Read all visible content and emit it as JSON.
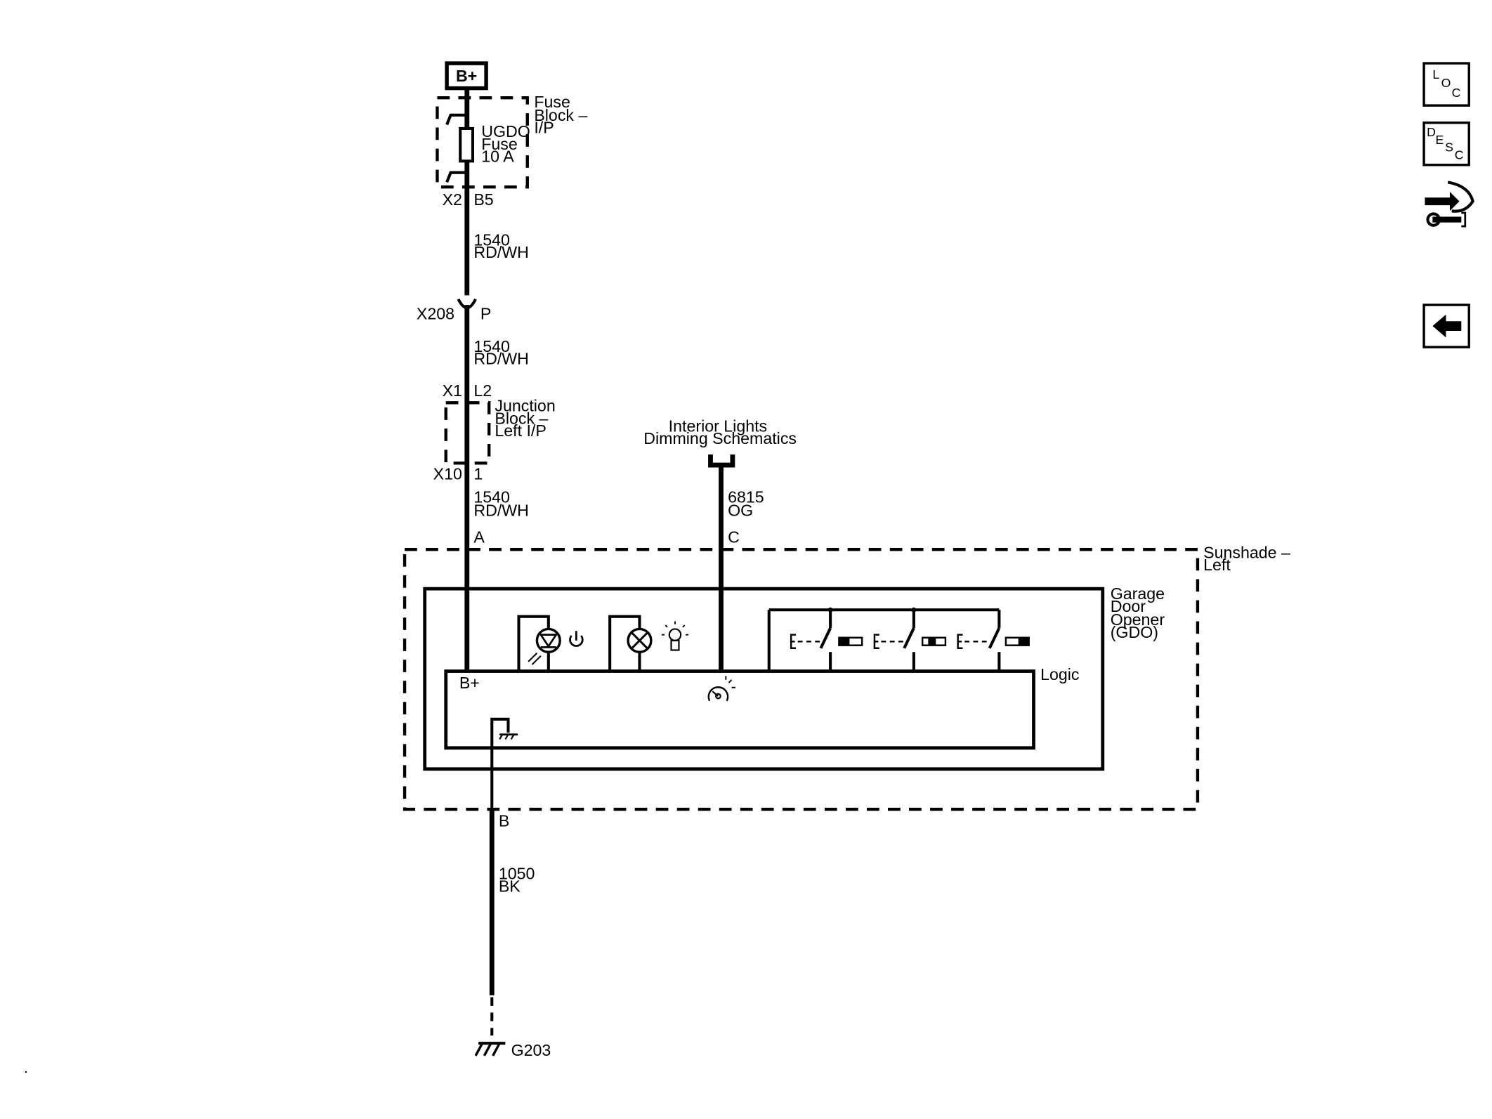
{
  "power": {
    "source": "B+"
  },
  "fuse_block": {
    "name_lines": [
      "Fuse",
      "Block –",
      "I/P"
    ],
    "fuse_lines": [
      "UGDO",
      "Fuse",
      "10 A"
    ],
    "connector": "X2",
    "pin": "B5"
  },
  "wire_1": {
    "circuit": "1540",
    "color": "RD/WH"
  },
  "inline_connector": {
    "name": "X208",
    "pin": "P"
  },
  "wire_2": {
    "circuit": "1540",
    "color": "RD/WH"
  },
  "junction_block": {
    "name_lines": [
      "Junction",
      "Block –",
      "Left I/P"
    ],
    "top_connector": "X1",
    "top_pin": "L2",
    "bottom_connector": "X10",
    "bottom_pin": "1"
  },
  "wire_3": {
    "circuit": "1540",
    "color": "RD/WH"
  },
  "interior_ref": {
    "lines": [
      "Interior Lights",
      "Dimming Schematics"
    ]
  },
  "wire_dimming": {
    "circuit": "6815",
    "color": "OG",
    "pin": "C"
  },
  "sunshade": {
    "name_lines": [
      "Sunshade –",
      "Left"
    ],
    "pin_a": "A",
    "pin_b": "B"
  },
  "gdo": {
    "name_lines": [
      "Garage",
      "Door",
      "Opener",
      "(GDO)"
    ],
    "logic_label": "Logic",
    "bplus_label": "B+"
  },
  "wire_ground": {
    "circuit": "1050",
    "color": "BK"
  },
  "ground": {
    "name": "G203"
  },
  "nav": {
    "loc": [
      "L",
      "O",
      "C"
    ],
    "desc": [
      "D",
      "E",
      "S",
      "C"
    ]
  },
  "colors": {
    "ink": "#000000",
    "background": "#ffffff"
  }
}
